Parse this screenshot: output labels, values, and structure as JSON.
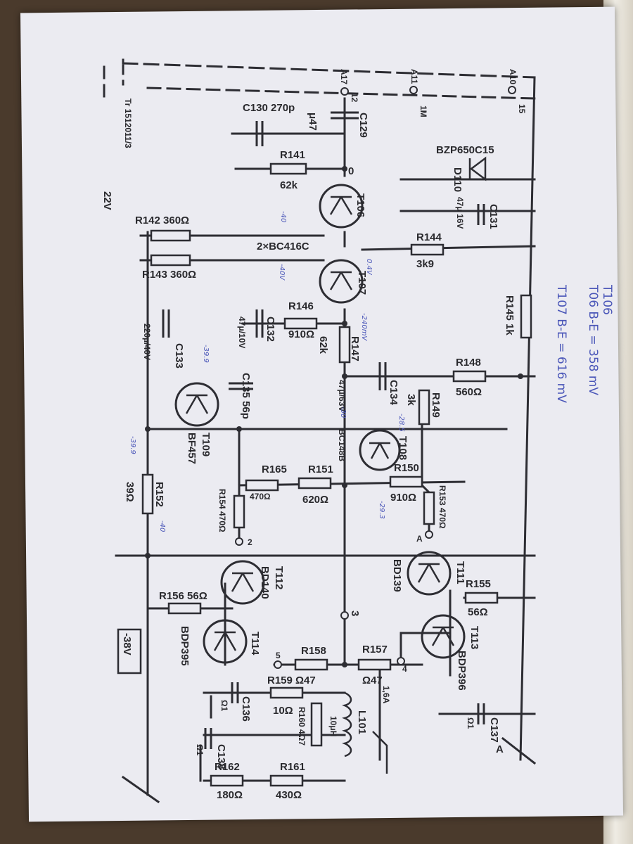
{
  "supply_labels": {
    "positive": "22V",
    "negative": "-38V",
    "tr_ref": "Tr 1512011/3"
  },
  "connectors": {
    "a17": "A17",
    "a11": "A11",
    "a10": "A10",
    "b12": "12",
    "b1m": "1M",
    "b15": "15"
  },
  "transistors": {
    "t106": "T106",
    "t107": "T107",
    "pair_note": "2×BC416C",
    "t108": "T108",
    "t108_type": "BC148B",
    "t109": "T109",
    "t109_type": "BF457",
    "t111": "T111",
    "t111_type": "BD139",
    "t112": "T112",
    "t112_type": "BD140",
    "t113": "T113",
    "t113_type": "BDP396",
    "t114": "T114",
    "t114_type": "BDP395"
  },
  "resistors": {
    "r141": "R141",
    "r141_v": "62k",
    "r142": "R142 360Ω",
    "r143": "R143 360Ω",
    "r144": "R144",
    "r144_v": "3k9",
    "r145": "R145 1k",
    "r146": "R146",
    "r146_v": "910Ω",
    "r147": "R147",
    "r147_v": "62k",
    "r148": "R148",
    "r148_v": "560Ω",
    "r149": "R149",
    "r149_v": "3k",
    "r150": "R150",
    "r150_v": "910Ω",
    "r151": "R151",
    "r151_v": "620Ω",
    "r152": "R152",
    "r152_v": "39Ω",
    "r153": "R153 470Ω",
    "r154": "R154 470Ω",
    "r155": "R155",
    "r155_v": "56Ω",
    "r156": "R156 56Ω",
    "r157": "R157",
    "r157_v": "Ω47",
    "r158": "R158",
    "r158_v": "Ω47",
    "r159": "R159",
    "r159_v": "10Ω",
    "r160": "R160 4Ω7",
    "r161": "R161",
    "r161_v": "430Ω",
    "r162": "R162",
    "r162_v": "180Ω",
    "r165": "R165",
    "r165_v": "470Ω"
  },
  "capacitors": {
    "c129": "C129",
    "c129_v": "μ47",
    "c130": "C130 270p",
    "c131": "C131",
    "c131_v": "47μ 16V",
    "c132": "C132",
    "c132_v": "47μ/10V",
    "c133": "C133",
    "c133_v": "220μ/40V",
    "c134": "C134",
    "c134_v": "47μ/63V",
    "c135": "C135 56p",
    "c136": "C136",
    "c136_v": "Ω1",
    "c137": "C137",
    "c137_v": "Ω1",
    "c138": "C138",
    "c138_v": "Ω1"
  },
  "other_parts": {
    "d110": "D110",
    "d110_type": "BZP650C15",
    "l101": "L101",
    "l101_v": "10μH",
    "f": "1,6A"
  },
  "node_numbers": {
    "n0": "0",
    "n2": "2",
    "n3": "3",
    "n4": "4",
    "n5": "5",
    "arrow": "A"
  },
  "handwritten": {
    "line1": "T106",
    "line2": "T06 B-E = 358 mV",
    "line3": "T107 B-E = 616 mV",
    "v_minus40a": "-40",
    "v_minus40b": "-40V",
    "v_minus399a": "-39.9",
    "v_minus399b": "-39.9",
    "v_minus40c": "-40",
    "v_04": "0.4V",
    "v_240": "-240mV",
    "v_30": "-30",
    "v_285": "-28.5",
    "v_293": "-29.3"
  }
}
